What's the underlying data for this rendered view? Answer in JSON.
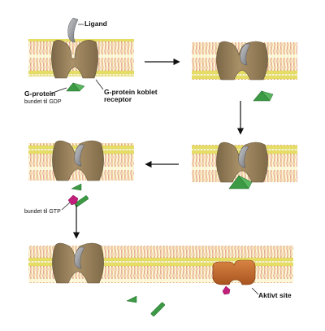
{
  "diagram": {
    "labels": {
      "ligand": "Ligand",
      "g_protein": "G-protein",
      "bound_gdp": "bundet til GDP",
      "receptor_line1": "G-protein koblet",
      "receptor_line2": "receptor",
      "bound_gtp": "bundet til GTP",
      "active_site": "Aktivt site"
    },
    "colors": {
      "lipid_head": "#e7df63",
      "lipid_head_dark": "#c9bd3a",
      "lipid_tail": "#d25a6a",
      "receptor": "#9c865d",
      "receptor_dark": "#7b6747",
      "ligand": "#8a8c92",
      "g_protein": "#3b9a43",
      "gtp": "#c21f7a",
      "effector": "#c96d2e",
      "arrow": "#111111"
    },
    "steps": [
      {
        "step": 1,
        "description_shown": false
      },
      {
        "step": 2,
        "description_shown": false
      },
      {
        "step": 3,
        "description_shown": false
      },
      {
        "step": 4,
        "description_shown": false
      },
      {
        "step": 5,
        "description_shown": false
      }
    ]
  }
}
